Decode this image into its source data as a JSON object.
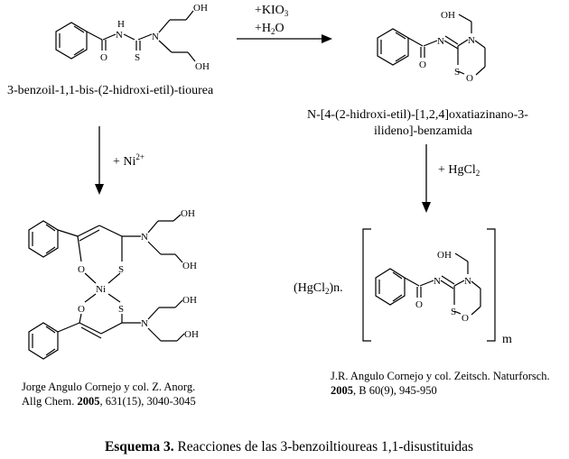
{
  "compounds": {
    "thiourea": "3-benzoil-1,1-bis-(2-hidroxi-etil)-tiourea",
    "oxathiazinane_line1": "N-[4-(2-hidroxi-etil)-[1,2,4]oxatiazinano-3-",
    "oxathiazinane_line2": "ilideno]-benzamida",
    "mercury_prefix": "(HgCl",
    "mercury_prefix_sub": "2",
    "mercury_prefix_end": ")n.",
    "mercury_subscript": "m"
  },
  "reagents": {
    "kio3": "+KIO",
    "kio3_sub": "3",
    "h2o": "+H",
    "h2o_sub": "2",
    "h2o_end": "O",
    "ni": "+ Ni",
    "ni_sup": "2+",
    "hgcl2": "+ HgCl",
    "hgcl2_sub": "2"
  },
  "atoms": {
    "O": "O",
    "OH": "OH",
    "N": "N",
    "H": "H",
    "S": "S",
    "Ni": "Ni"
  },
  "references": {
    "nickel_line1": "Jorge Angulo Cornejo y col. Z. Anorg.",
    "nickel_line2_a": "Allg Chem. ",
    "nickel_line2_b": "2005",
    "nickel_line2_c": ", 631(15), 3040-3045",
    "mercury_line1": "J.R. Angulo Cornejo y col. Zeitsch. Naturforsch.",
    "mercury_line2_a": "2005",
    "mercury_line2_b": ", B 60(9), 945-950"
  },
  "caption": {
    "label": "Esquema 3.",
    "text": " Reacciones de las 3-benzoiltioureas 1,1-disustituidas"
  }
}
